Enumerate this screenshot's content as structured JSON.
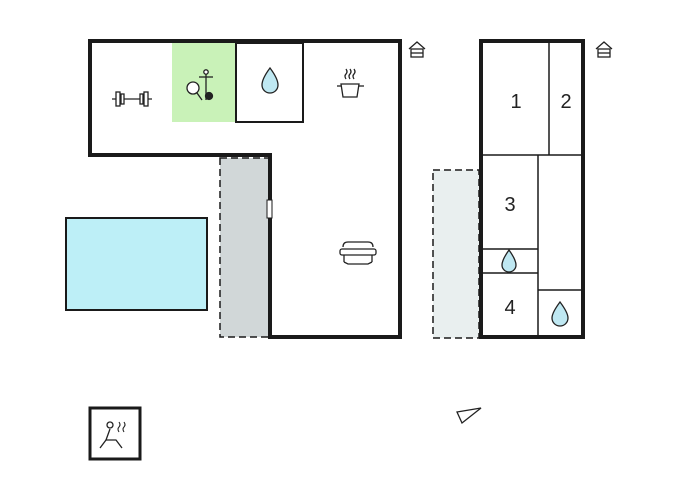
{
  "rooms": [
    {
      "id": "bedroom-1",
      "label": "1"
    },
    {
      "id": "bedroom-2",
      "label": "2"
    },
    {
      "id": "bedroom-3",
      "label": "3"
    },
    {
      "id": "bedroom-4",
      "label": "4"
    }
  ],
  "icons": {
    "gym": "dumbbell-icon",
    "games": "table-tennis-foosball-icon",
    "bathroom": "water-drop-icon",
    "kitchen": "cooking-pot-icon",
    "living": "sofa-icon",
    "house_marker": "house-icon",
    "sauna": "sauna-icon",
    "compass": "north-arrow-icon"
  },
  "colors": {
    "wall": "#1a1a1a",
    "games_room": "#c9f2b8",
    "pool": "#bdeff7",
    "terrace_main": "#d1d7d8",
    "terrace_second": "#e9efef"
  }
}
